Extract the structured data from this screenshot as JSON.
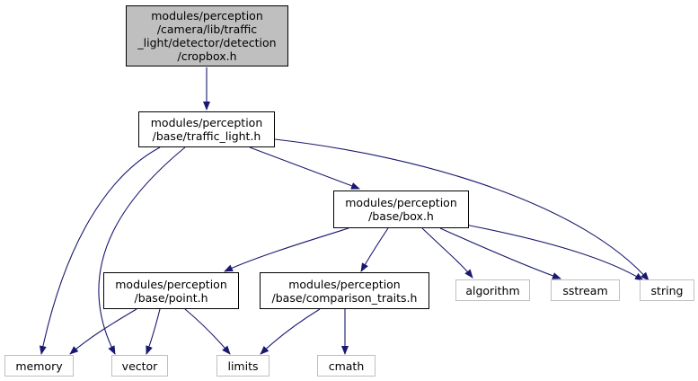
{
  "colors": {
    "edge": "#191970",
    "focus_fill": "#bfbfbf",
    "node_border": "#000000",
    "external_border": "#bfbfbf"
  },
  "nodes": {
    "cropbox_h": "modules/perception\n/camera/lib/traffic\n_light/detector/detection\n/cropbox.h",
    "traffic_light_h": "modules/perception\n/base/traffic_light.h",
    "box_h": "modules/perception\n/base/box.h",
    "point_h": "modules/perception\n/base/point.h",
    "comparison_traits_h": "modules/perception\n/base/comparison_traits.h",
    "memory": "memory",
    "vector": "vector",
    "limits": "limits",
    "cmath": "cmath",
    "algorithm": "algorithm",
    "sstream": "sstream",
    "string": "string"
  },
  "edges": [
    [
      "cropbox_h",
      "traffic_light_h"
    ],
    [
      "traffic_light_h",
      "memory"
    ],
    [
      "traffic_light_h",
      "vector"
    ],
    [
      "traffic_light_h",
      "box_h"
    ],
    [
      "traffic_light_h",
      "string"
    ],
    [
      "box_h",
      "point_h"
    ],
    [
      "box_h",
      "comparison_traits_h"
    ],
    [
      "box_h",
      "algorithm"
    ],
    [
      "box_h",
      "sstream"
    ],
    [
      "box_h",
      "string"
    ],
    [
      "point_h",
      "memory"
    ],
    [
      "point_h",
      "vector"
    ],
    [
      "point_h",
      "limits"
    ],
    [
      "comparison_traits_h",
      "limits"
    ],
    [
      "comparison_traits_h",
      "cmath"
    ]
  ]
}
